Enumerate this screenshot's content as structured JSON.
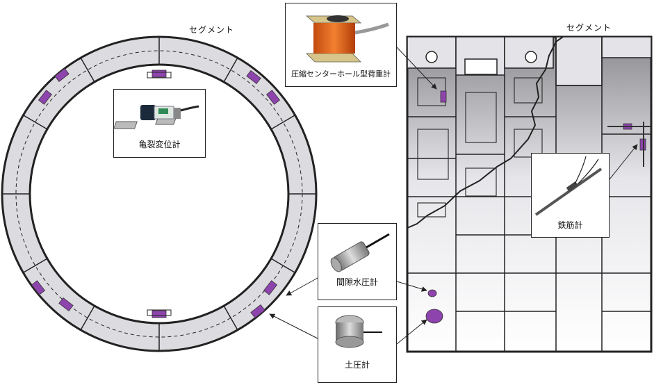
{
  "labels": {
    "segment_left": "セグメント",
    "segment_right": "セグメント",
    "crack_gauge": "亀裂変位計",
    "load_cell": "圧縮センターホール型荷重計",
    "pore_pressure": "間隙水圧計",
    "earth_pressure": "土圧計",
    "rebar_gauge": "鉄筋計"
  },
  "colors": {
    "segment_fill": "#dcdce0",
    "sensor_purple": "#8e44ad",
    "outline": "#222222",
    "background": "#ffffff"
  },
  "icons": {
    "crack_gauge": "crack-displacement-meter-photo",
    "load_cell": "center-hole-load-cell-photo",
    "pore_pressure": "piezometer-photo",
    "earth_pressure": "earth-pressure-cell-photo",
    "rebar_gauge": "rebar-strain-gauge-photo"
  }
}
